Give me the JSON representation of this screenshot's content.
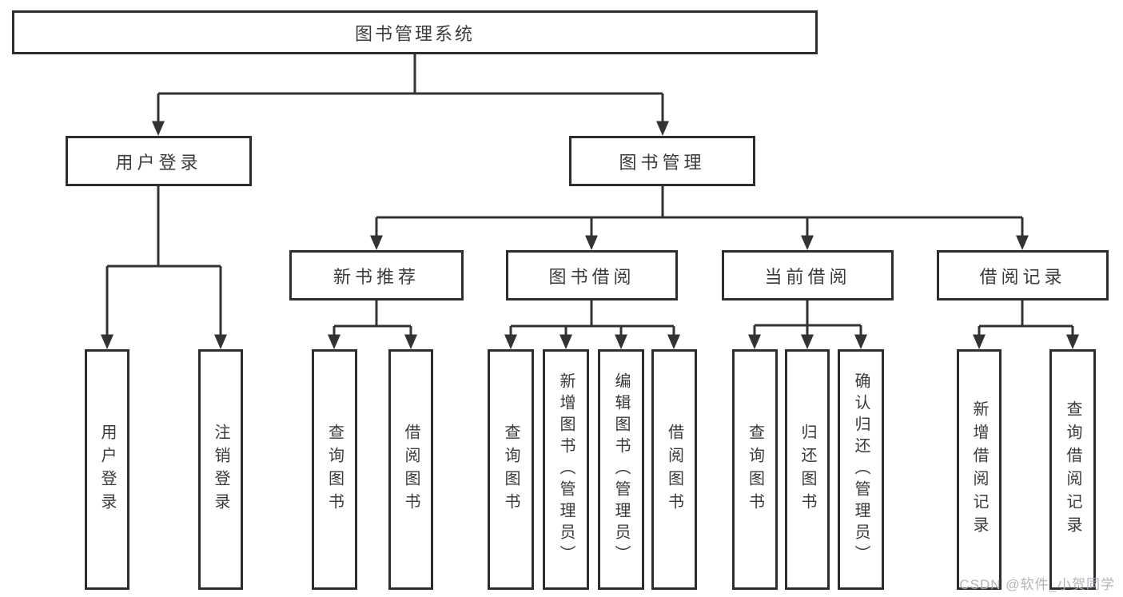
{
  "colors": {
    "line": "#333333",
    "box_border": "#2e2e2e",
    "box_fill": "#ffffff",
    "text": "#3a3a3a",
    "watermark": "#a9adb3"
  },
  "tree": {
    "label": "图书管理系统",
    "children": [
      {
        "label": "用户登录",
        "children": [
          {
            "label": "用户登录"
          },
          {
            "label": "注销登录"
          }
        ]
      },
      {
        "label": "图书管理",
        "children": [
          {
            "label": "新书推荐",
            "children": [
              {
                "label": "查询图书"
              },
              {
                "label": "借阅图书"
              }
            ]
          },
          {
            "label": "图书借阅",
            "children": [
              {
                "label": "查询图书"
              },
              {
                "label": "新增图书（管理员）"
              },
              {
                "label": "编辑图书（管理员）"
              },
              {
                "label": "借阅图书"
              }
            ]
          },
          {
            "label": "当前借阅",
            "children": [
              {
                "label": "查询图书"
              },
              {
                "label": "归还图书"
              },
              {
                "label": "确认归还（管理员）"
              }
            ]
          },
          {
            "label": "借阅记录",
            "children": [
              {
                "label": "新增借阅记录"
              },
              {
                "label": "查询借阅记录"
              }
            ]
          }
        ]
      }
    ]
  },
  "watermark": {
    "text": "CSDN @软件_小贺同学"
  }
}
